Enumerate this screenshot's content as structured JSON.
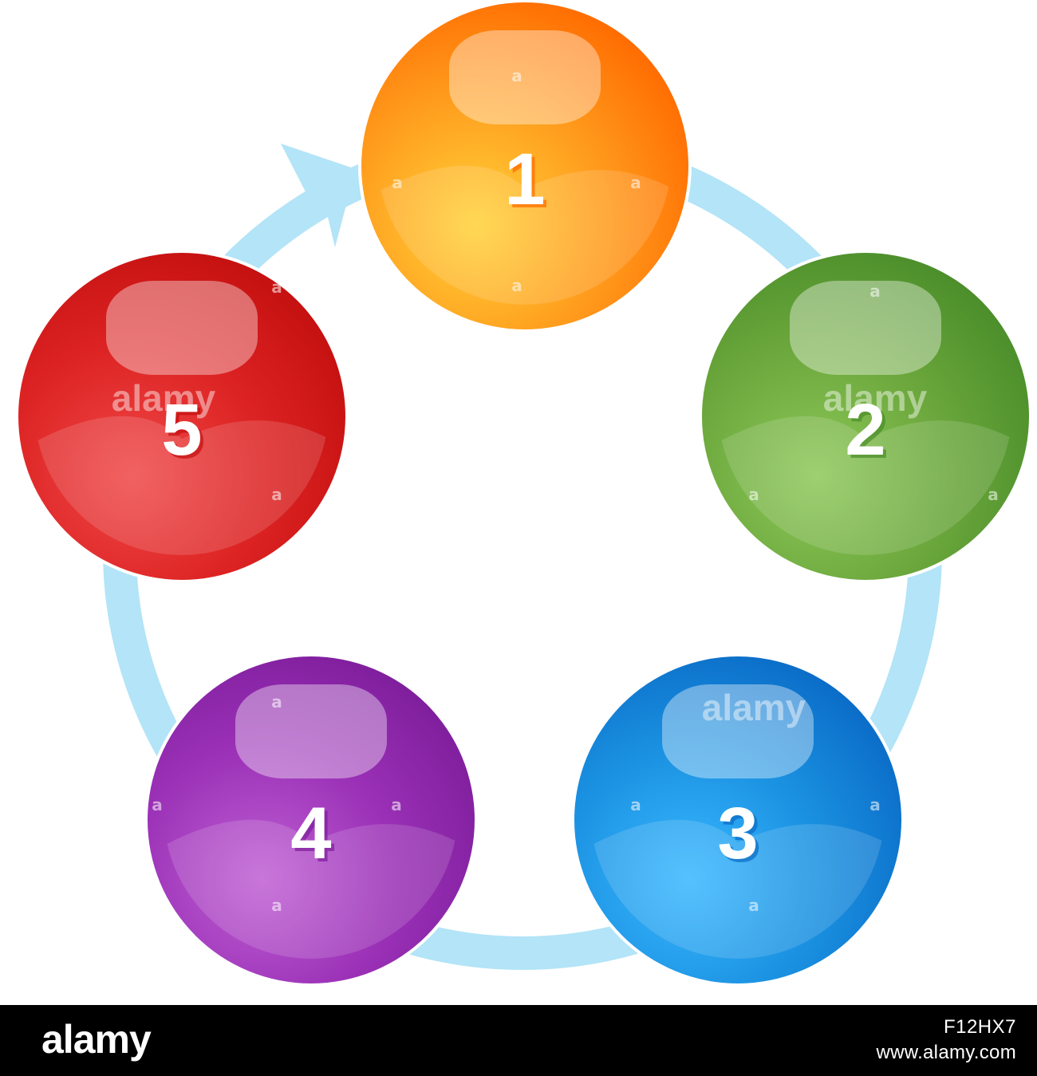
{
  "colors": {
    "background": "#ffffff",
    "ring": "#b3e4f7",
    "footer_bg": "#000000",
    "footer_text": "#ffffff"
  },
  "nodes": [
    {
      "label": "1",
      "light": "#ffd23a",
      "mid": "#ff9a1c",
      "dark": "#ff6a00"
    },
    {
      "label": "2",
      "light": "#8ec85a",
      "mid": "#6aa63b",
      "dark": "#4a8d2a"
    },
    {
      "label": "3",
      "light": "#39b8ff",
      "mid": "#1a90e0",
      "dark": "#0a6bc6"
    },
    {
      "label": "4",
      "light": "#c060d4",
      "mid": "#9a30b6",
      "dark": "#7e1e9c"
    },
    {
      "label": "5",
      "light": "#f04848",
      "mid": "#dc2222",
      "dark": "#c41010"
    }
  ],
  "watermark": {
    "small": "a",
    "big": "alamy"
  },
  "footer": {
    "logo": "alamy",
    "image_id": "F12HX7",
    "url": "www.alamy.com"
  }
}
